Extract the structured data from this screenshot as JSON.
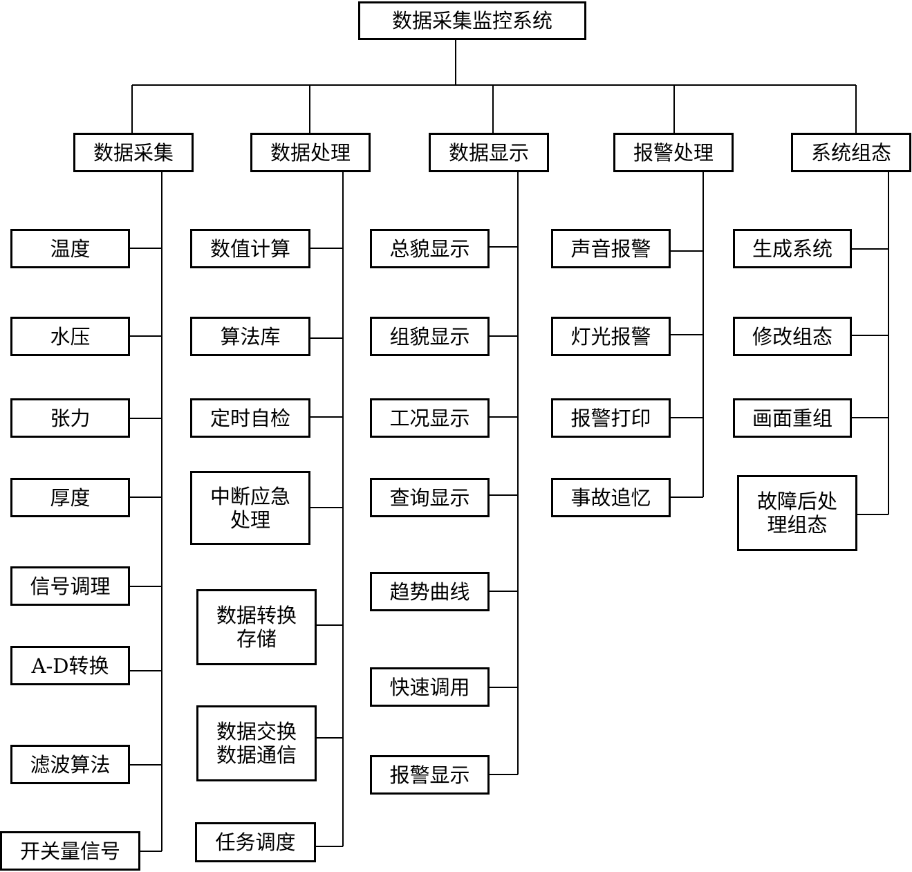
{
  "root": "数据采集监控系统",
  "categories": [
    {
      "label": "数据采集",
      "items": [
        "温度",
        "水压",
        "张力",
        "厚度",
        "信号调理",
        "A-D转换",
        "滤波算法",
        "开关量信号"
      ]
    },
    {
      "label": "数据处理",
      "items": [
        "数值计算",
        "算法库",
        "定时自检",
        "中断应急\n处理",
        "数据转换\n存储",
        "数据交换\n数据通信",
        "任务调度"
      ]
    },
    {
      "label": "数据显示",
      "items": [
        "总貌显示",
        "组貌显示",
        "工况显示",
        "查询显示",
        "趋势曲线",
        "快速调用",
        "报警显示"
      ]
    },
    {
      "label": "报警处理",
      "items": [
        "声音报警",
        "灯光报警",
        "报警打印",
        "事故追忆"
      ]
    },
    {
      "label": "系统组态",
      "items": [
        "生成系统",
        "修改组态",
        "画面重组",
        "故障后处\n理组态"
      ]
    }
  ]
}
